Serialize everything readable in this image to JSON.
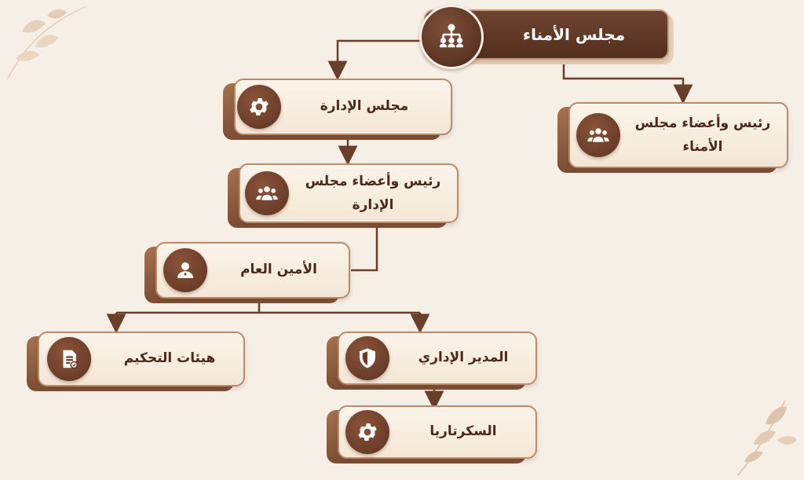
{
  "chart": {
    "top_node": "مجلس الأمناء",
    "board_of_directors": "مجلس الإدارة",
    "trustees_members": "رئيس وأعضاء مجلس الأمناء",
    "board_members": "رئيس وأعضاء مجلس الإدارة",
    "secretary_general": "الأمين العام",
    "arbitration_bodies": "هيئات التحكيم",
    "administrative_director": "المدير الإداري",
    "secretariat": "السكرتاريا"
  },
  "icons": {
    "top_node": "org-structure-icon",
    "board_of_directors": "gear-icon",
    "trustees_members": "group-icon",
    "board_members": "group-icon",
    "secretary_general": "person-icon",
    "arbitration_bodies": "document-icon",
    "administrative_director": "shield-icon",
    "secretariat": "gear-icon"
  },
  "colors": {
    "background": "#f6efe6",
    "accent_dark": "#5e3322",
    "card_fill": "#f8efe3",
    "connector": "#6a3f2a"
  }
}
